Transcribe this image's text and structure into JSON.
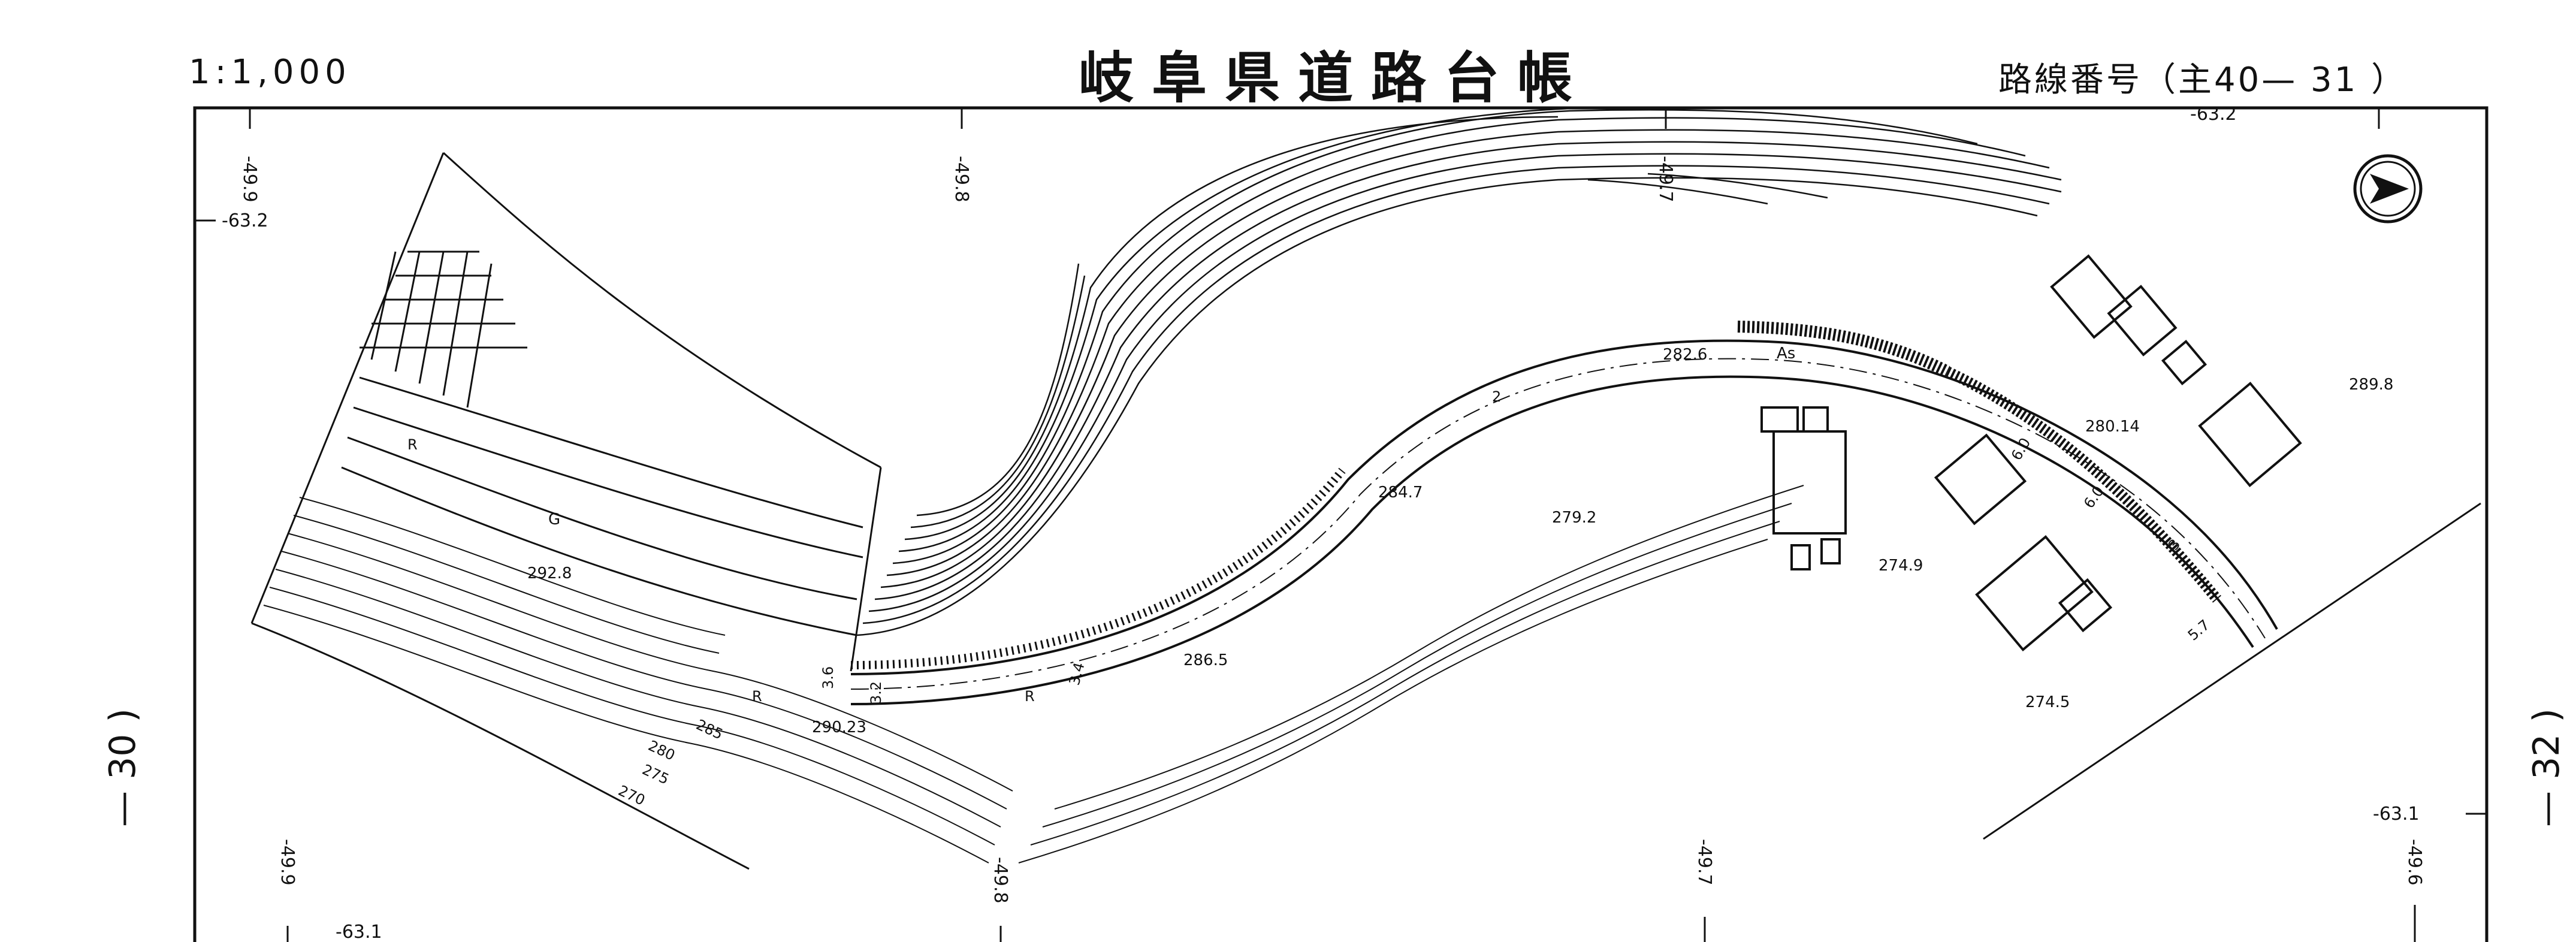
{
  "header": {
    "scale": "1:1,000",
    "title": "岐阜県道路台帳",
    "route_number": "路線番号（主40— 31 ）"
  },
  "adjacent_sheets": {
    "left": "— 30 )",
    "right": "— 32 )"
  },
  "grid_labels": {
    "top": [
      "-49.9",
      "-49.8",
      "-49.7"
    ],
    "top_left_y": "-63.2",
    "top_right_y": "-63.2",
    "bottom": [
      "-49.9",
      "-49.8",
      "-49.7",
      "-49.6"
    ],
    "bottom_left_y": "-63.1",
    "bottom_right_y": "-63.1"
  },
  "spot_heights": [
    "282.6",
    "284.7",
    "279.2",
    "286.5",
    "292.8",
    "290.23",
    "274.9",
    "274.5",
    "289.8",
    "280.14"
  ],
  "contour_labels": [
    "285",
    "280",
    "275",
    "270"
  ],
  "road_labels": {
    "surface": "As",
    "gravel": "G",
    "rock_marks": [
      "R",
      "R",
      "R"
    ],
    "widths": [
      "3.6",
      "3.2",
      "3.4",
      "5.7",
      "6.0",
      "6.0",
      "3",
      "2"
    ]
  },
  "north_arrow": "north-arrow"
}
